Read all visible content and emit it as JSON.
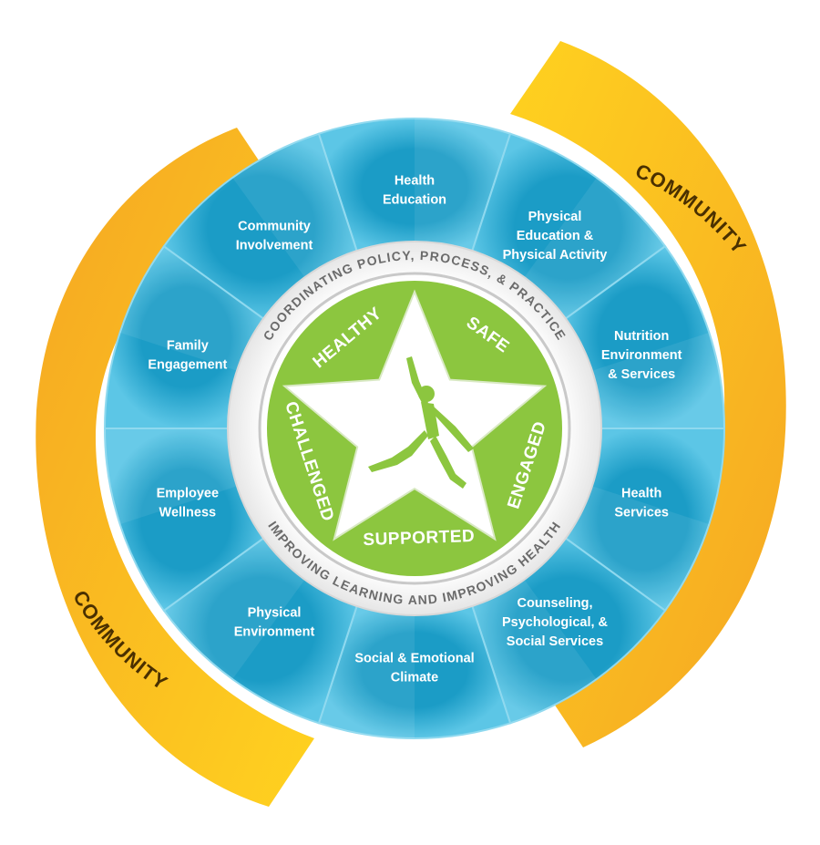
{
  "outer_ring": {
    "community_top": "COMMUNITY",
    "community_bottom": "COMMUNITY"
  },
  "segments": [
    {
      "lines": [
        "Health",
        "Education"
      ]
    },
    {
      "lines": [
        "Physical",
        "Education &",
        "Physical Activity"
      ]
    },
    {
      "lines": [
        "Nutrition",
        "Environment",
        "& Services"
      ]
    },
    {
      "lines": [
        "Health",
        "Services"
      ]
    },
    {
      "lines": [
        "Counseling,",
        "Psychological, &",
        "Social Services"
      ]
    },
    {
      "lines": [
        "Social & Emotional",
        "Climate"
      ]
    },
    {
      "lines": [
        "Physical",
        "Environment"
      ]
    },
    {
      "lines": [
        "Employee",
        "Wellness"
      ]
    },
    {
      "lines": [
        "Family",
        "Engagement"
      ]
    },
    {
      "lines": [
        "Community",
        "Involvement"
      ]
    }
  ],
  "inner_ring": {
    "top_text": "COORDINATING POLICY, PROCESS, & PRACTICE",
    "bottom_text": "IMPROVING LEARNING AND IMPROVING HEALTH"
  },
  "center": {
    "words": [
      "HEALTHY",
      "SAFE",
      "ENGAGED",
      "SUPPORTED",
      "CHALLENGED"
    ]
  },
  "colors": {
    "segment_light": "#5cc6e6",
    "segment_dark": "#1b9cc6",
    "segment_divider": "#8fd9ef",
    "community_gold": "#f7b52c",
    "community_yellow": "#ffd21f",
    "green": "#8cc63f",
    "green_dark": "#6fa92e",
    "ring_text": "#6b6b6b"
  }
}
